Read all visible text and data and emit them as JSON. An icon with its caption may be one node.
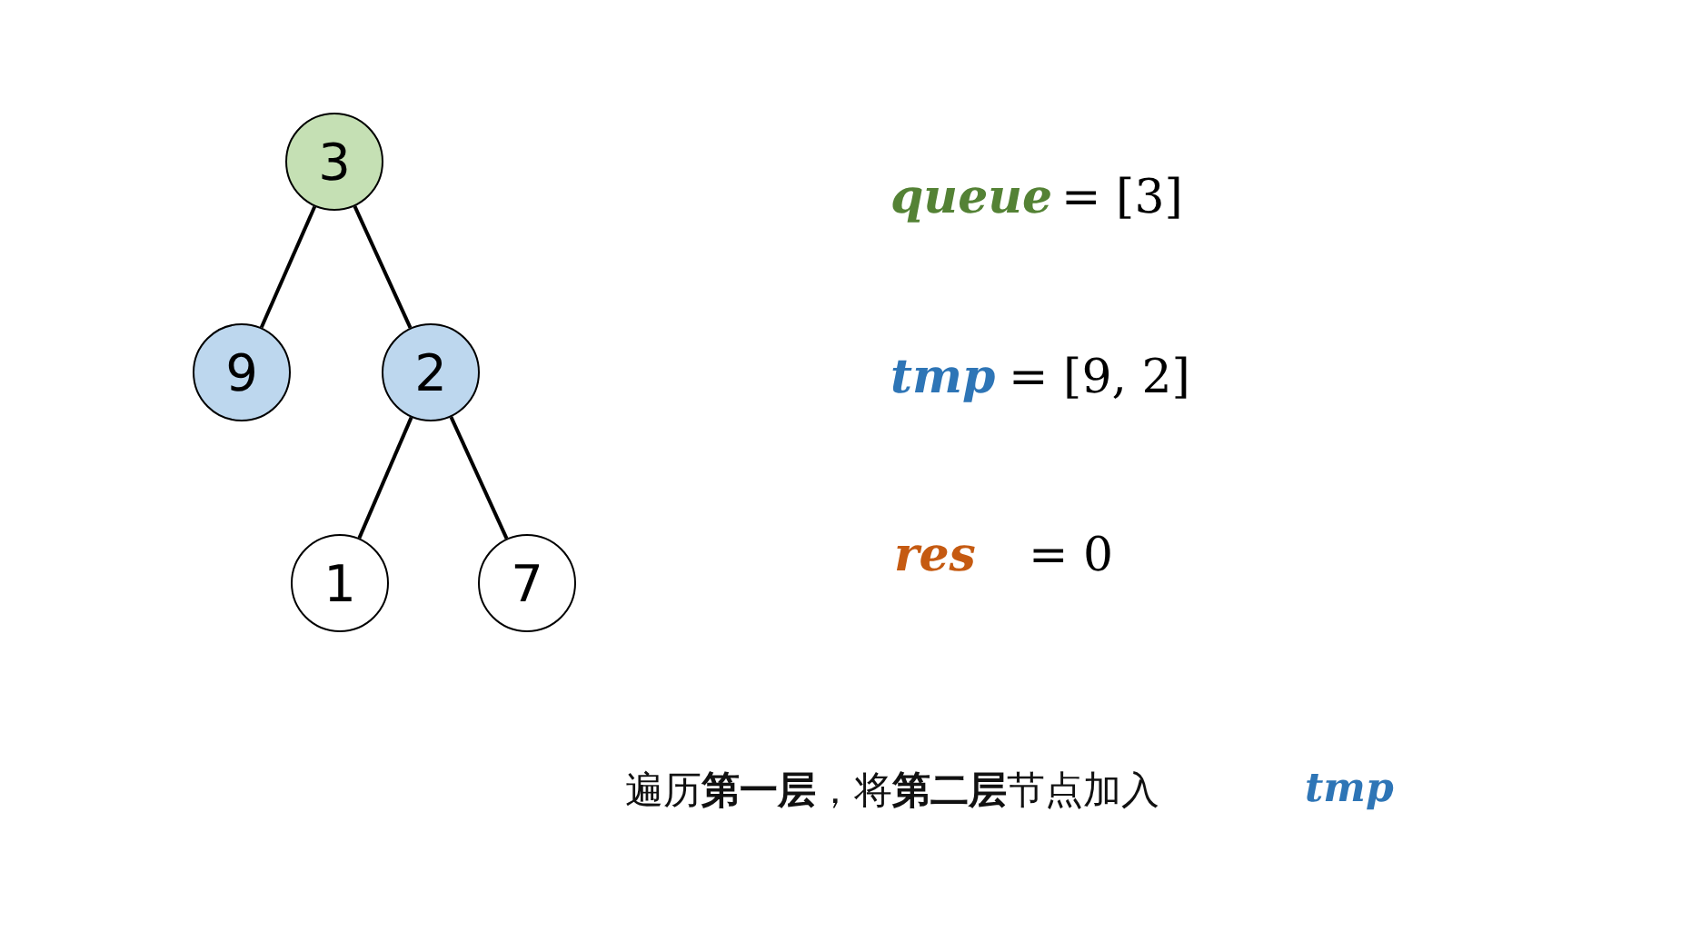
{
  "diagram": {
    "nodes": [
      {
        "text": [
          "3"
        ]
      },
      {
        "text": [
          "9"
        ]
      },
      {
        "text": [
          "2"
        ]
      },
      {
        "text": [
          "1"
        ]
      },
      {
        "text": [
          "7"
        ]
      }
    ],
    "edges": [
      {
        "from": 0,
        "to": 1,
        "arrow": "none"
      },
      {
        "from": 0,
        "to": 2,
        "arrow": "none"
      },
      {
        "from": 2,
        "to": 3,
        "arrow": "none"
      },
      {
        "from": 2,
        "to": 4,
        "arrow": "none"
      }
    ],
    "labels": [
      "queue",
      "= [3]",
      "tmp",
      "= [9, 2]",
      "res",
      "= 0",
      "遍历**第一层**，将**第二层**节点加入",
      "tmp"
    ]
  }
}
